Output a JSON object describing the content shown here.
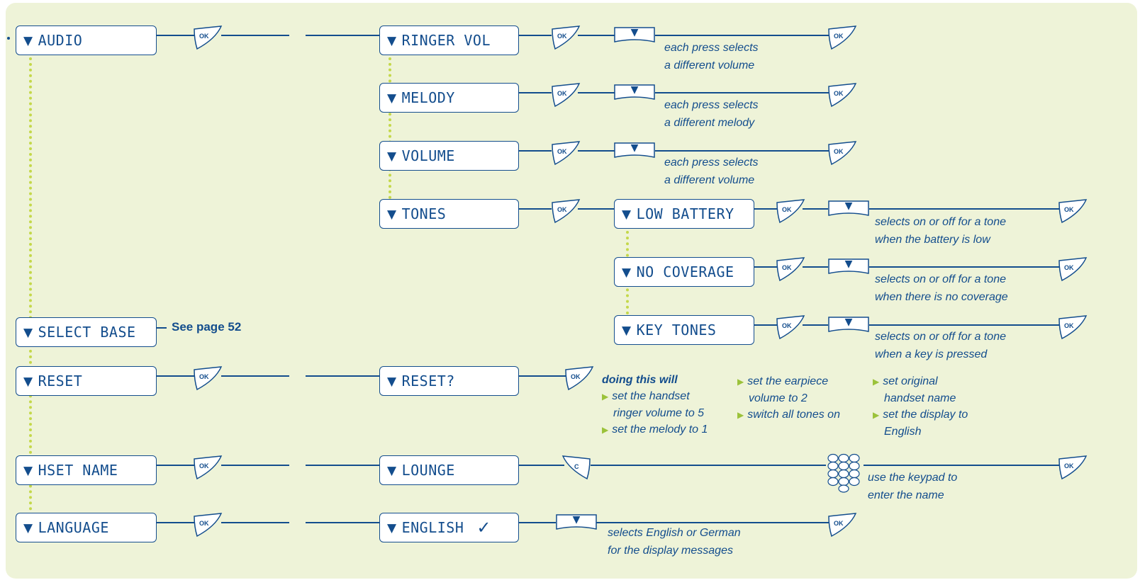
{
  "colors": {
    "background": "#eef3d8",
    "line": "#134d8d",
    "dotted_connector": "#c4d84a",
    "bullet": "#9bc23a"
  },
  "buttons": {
    "ok": "OK",
    "clear": "C",
    "down_arrow": "▼",
    "check": "✓"
  },
  "menu": {
    "audio": "AUDIO",
    "ringer_vol": "RINGER VOL",
    "melody": "MELODY",
    "volume": "VOLUME",
    "tones": "TONES",
    "low_battery": "LOW BATTERY",
    "no_coverage": "NO COVERAGE",
    "key_tones": "KEY TONES",
    "select_base": "SELECT BASE",
    "reset": "RESET",
    "reset_confirm": "RESET?",
    "hset_name": "HSET NAME",
    "lounge": "LOUNGE",
    "language": "LANGUAGE",
    "english": "ENGLISH"
  },
  "descriptions": {
    "ringer_vol": [
      "each press selects",
      "a different volume"
    ],
    "melody": [
      "each press selects",
      "a different melody"
    ],
    "volume": [
      "each press selects",
      "a different volume"
    ],
    "low_battery": [
      "selects on or off for a tone",
      "when the battery is low"
    ],
    "no_coverage": [
      "selects on or off for a tone",
      "when there is no coverage"
    ],
    "key_tones": [
      "selects on or off for a tone",
      "when a key is pressed"
    ],
    "hset_name": [
      "use the keypad to",
      "enter the name"
    ],
    "language": [
      "selects English or German",
      "for the display messages"
    ]
  },
  "select_base_ref": "See page 52",
  "reset_note": {
    "heading": "doing this will",
    "col1": [
      "set the handset",
      "ringer volume to 5",
      "set the melody to 1"
    ],
    "col2": [
      "set the earpiece",
      "volume to 2",
      "switch all tones on"
    ],
    "col3": [
      "set original",
      "handset name",
      "set the display to",
      "English"
    ]
  }
}
